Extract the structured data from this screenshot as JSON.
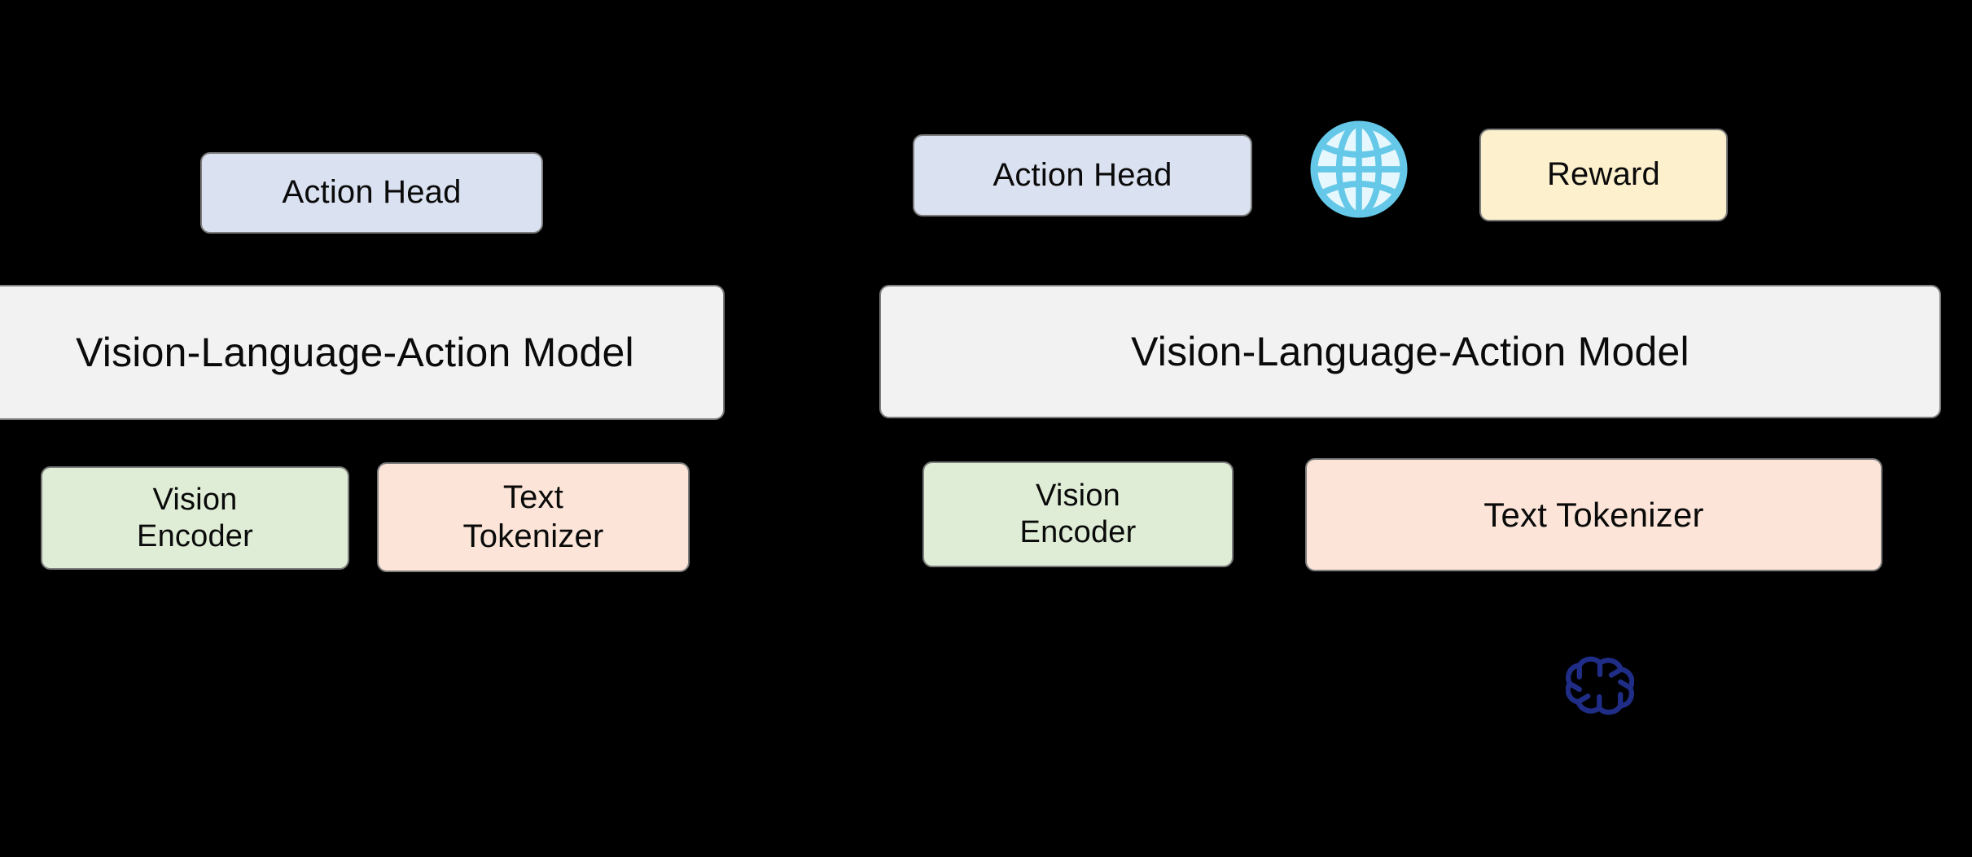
{
  "diagram": {
    "background_color": "#000000",
    "pipelines": [
      {
        "id": "left",
        "nodes": [
          {
            "name": "action-head",
            "label": "Action Head",
            "color": "#dae1f0"
          },
          {
            "name": "vla-model",
            "label": "Vision-Language-Action Model",
            "color": "#f2f2f2"
          },
          {
            "name": "vision-encoder",
            "label": "Vision\nEncoder",
            "color": "#dfedd6"
          },
          {
            "name": "text-tokenizer",
            "label": "Text\nTokenizer",
            "color": "#fce5d8"
          }
        ]
      },
      {
        "id": "right",
        "nodes": [
          {
            "name": "action-head",
            "label": "Action Head",
            "color": "#dae1f0"
          },
          {
            "name": "reward",
            "label": "Reward",
            "color": "#fcf0cd"
          },
          {
            "name": "vla-model",
            "label": "Vision-Language-Action Model",
            "color": "#f2f2f2"
          },
          {
            "name": "vision-encoder",
            "label": "Vision\nEncoder",
            "color": "#dfedd6"
          },
          {
            "name": "text-tokenizer",
            "label": "Text Tokenizer",
            "color": "#fce5d8"
          }
        ]
      }
    ],
    "icons": [
      {
        "name": "globe-icon",
        "color": "#65c8e8",
        "fill": "#e6f8fd"
      },
      {
        "name": "openai-logo-icon",
        "color": "#1f2d87"
      }
    ]
  }
}
